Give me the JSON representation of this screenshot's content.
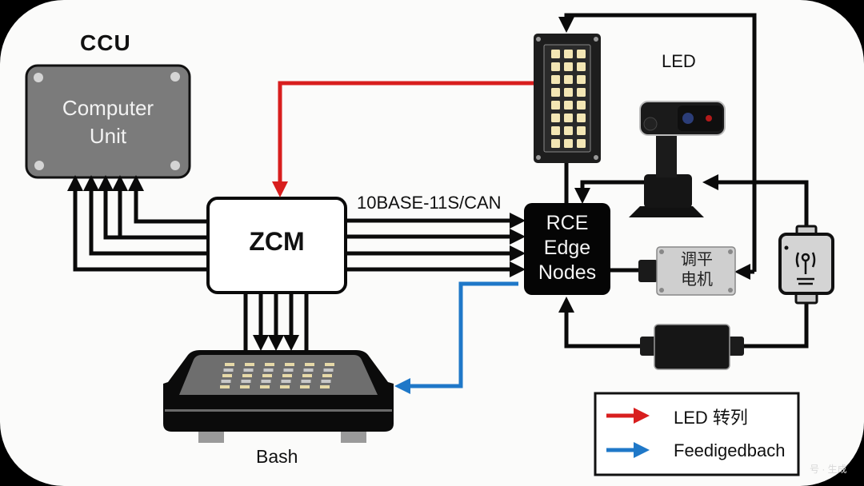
{
  "diagram": {
    "ccu": {
      "title": "CCU",
      "box_line1": "Computer",
      "box_line2": "Unit"
    },
    "zcm": {
      "label": "ZCM"
    },
    "bus": {
      "label": "10BASE-11S/CAN"
    },
    "rce": {
      "line1": "RCE",
      "line2": "Edge",
      "line3": "Nodes"
    },
    "led": {
      "label": "LED"
    },
    "leveling_motor": {
      "line1": "调平",
      "line2": "电机"
    },
    "bash": {
      "label": "Bash"
    },
    "legend": {
      "items": [
        {
          "label": "LED 转列",
          "color": "#d81e1e",
          "icon": "red-arrow-icon"
        },
        {
          "label": "Feedigedbach",
          "color": "#1f78c8",
          "icon": "blue-arrow-icon"
        }
      ]
    },
    "colors": {
      "red_path": "#d81e1e",
      "blue_path": "#1f78c8",
      "wire": "#0a0a0a",
      "ccu_box": "#7a7a7a",
      "rce_box": "#050505"
    },
    "watermark": "号 · 生成"
  }
}
